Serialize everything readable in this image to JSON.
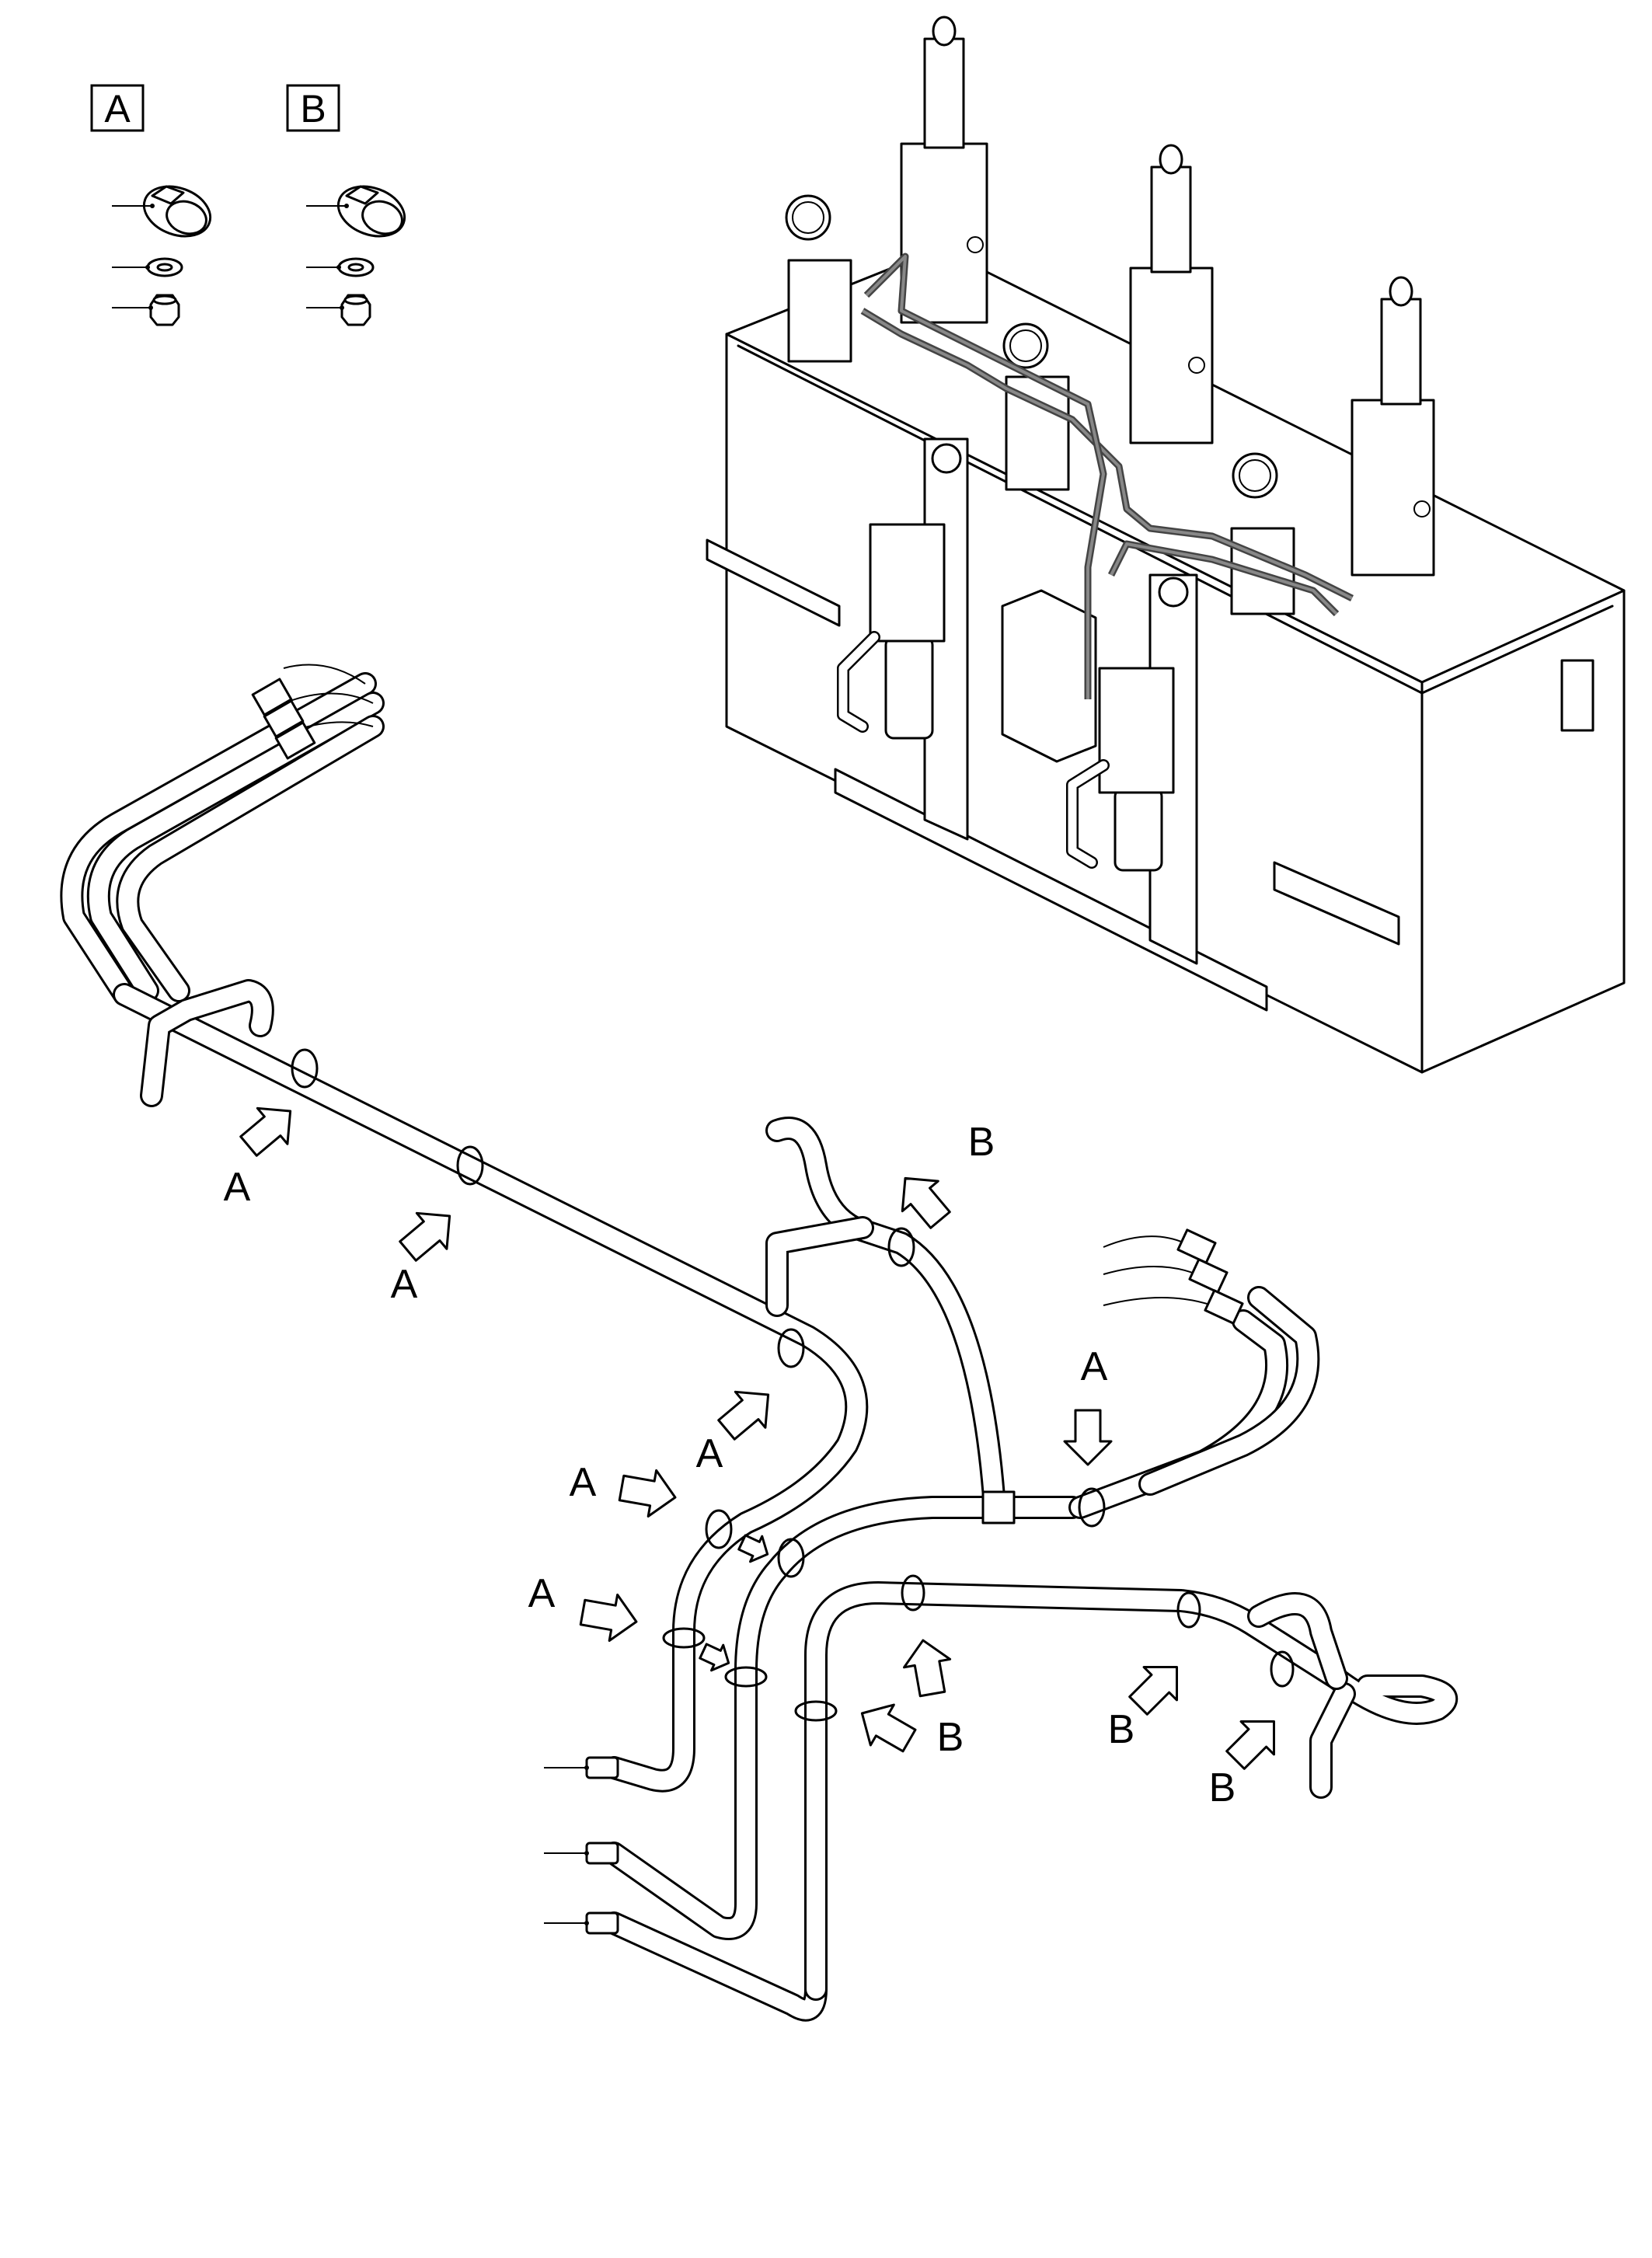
{
  "diagram": {
    "detail_labels": {
      "a": "A",
      "b": "B"
    },
    "callouts": {
      "a1": "A",
      "a2": "A",
      "a3": "A",
      "a4": "A",
      "a5": "A",
      "a6": "A",
      "b1": "B",
      "b2": "B",
      "b3": "B",
      "b4": "B"
    }
  }
}
